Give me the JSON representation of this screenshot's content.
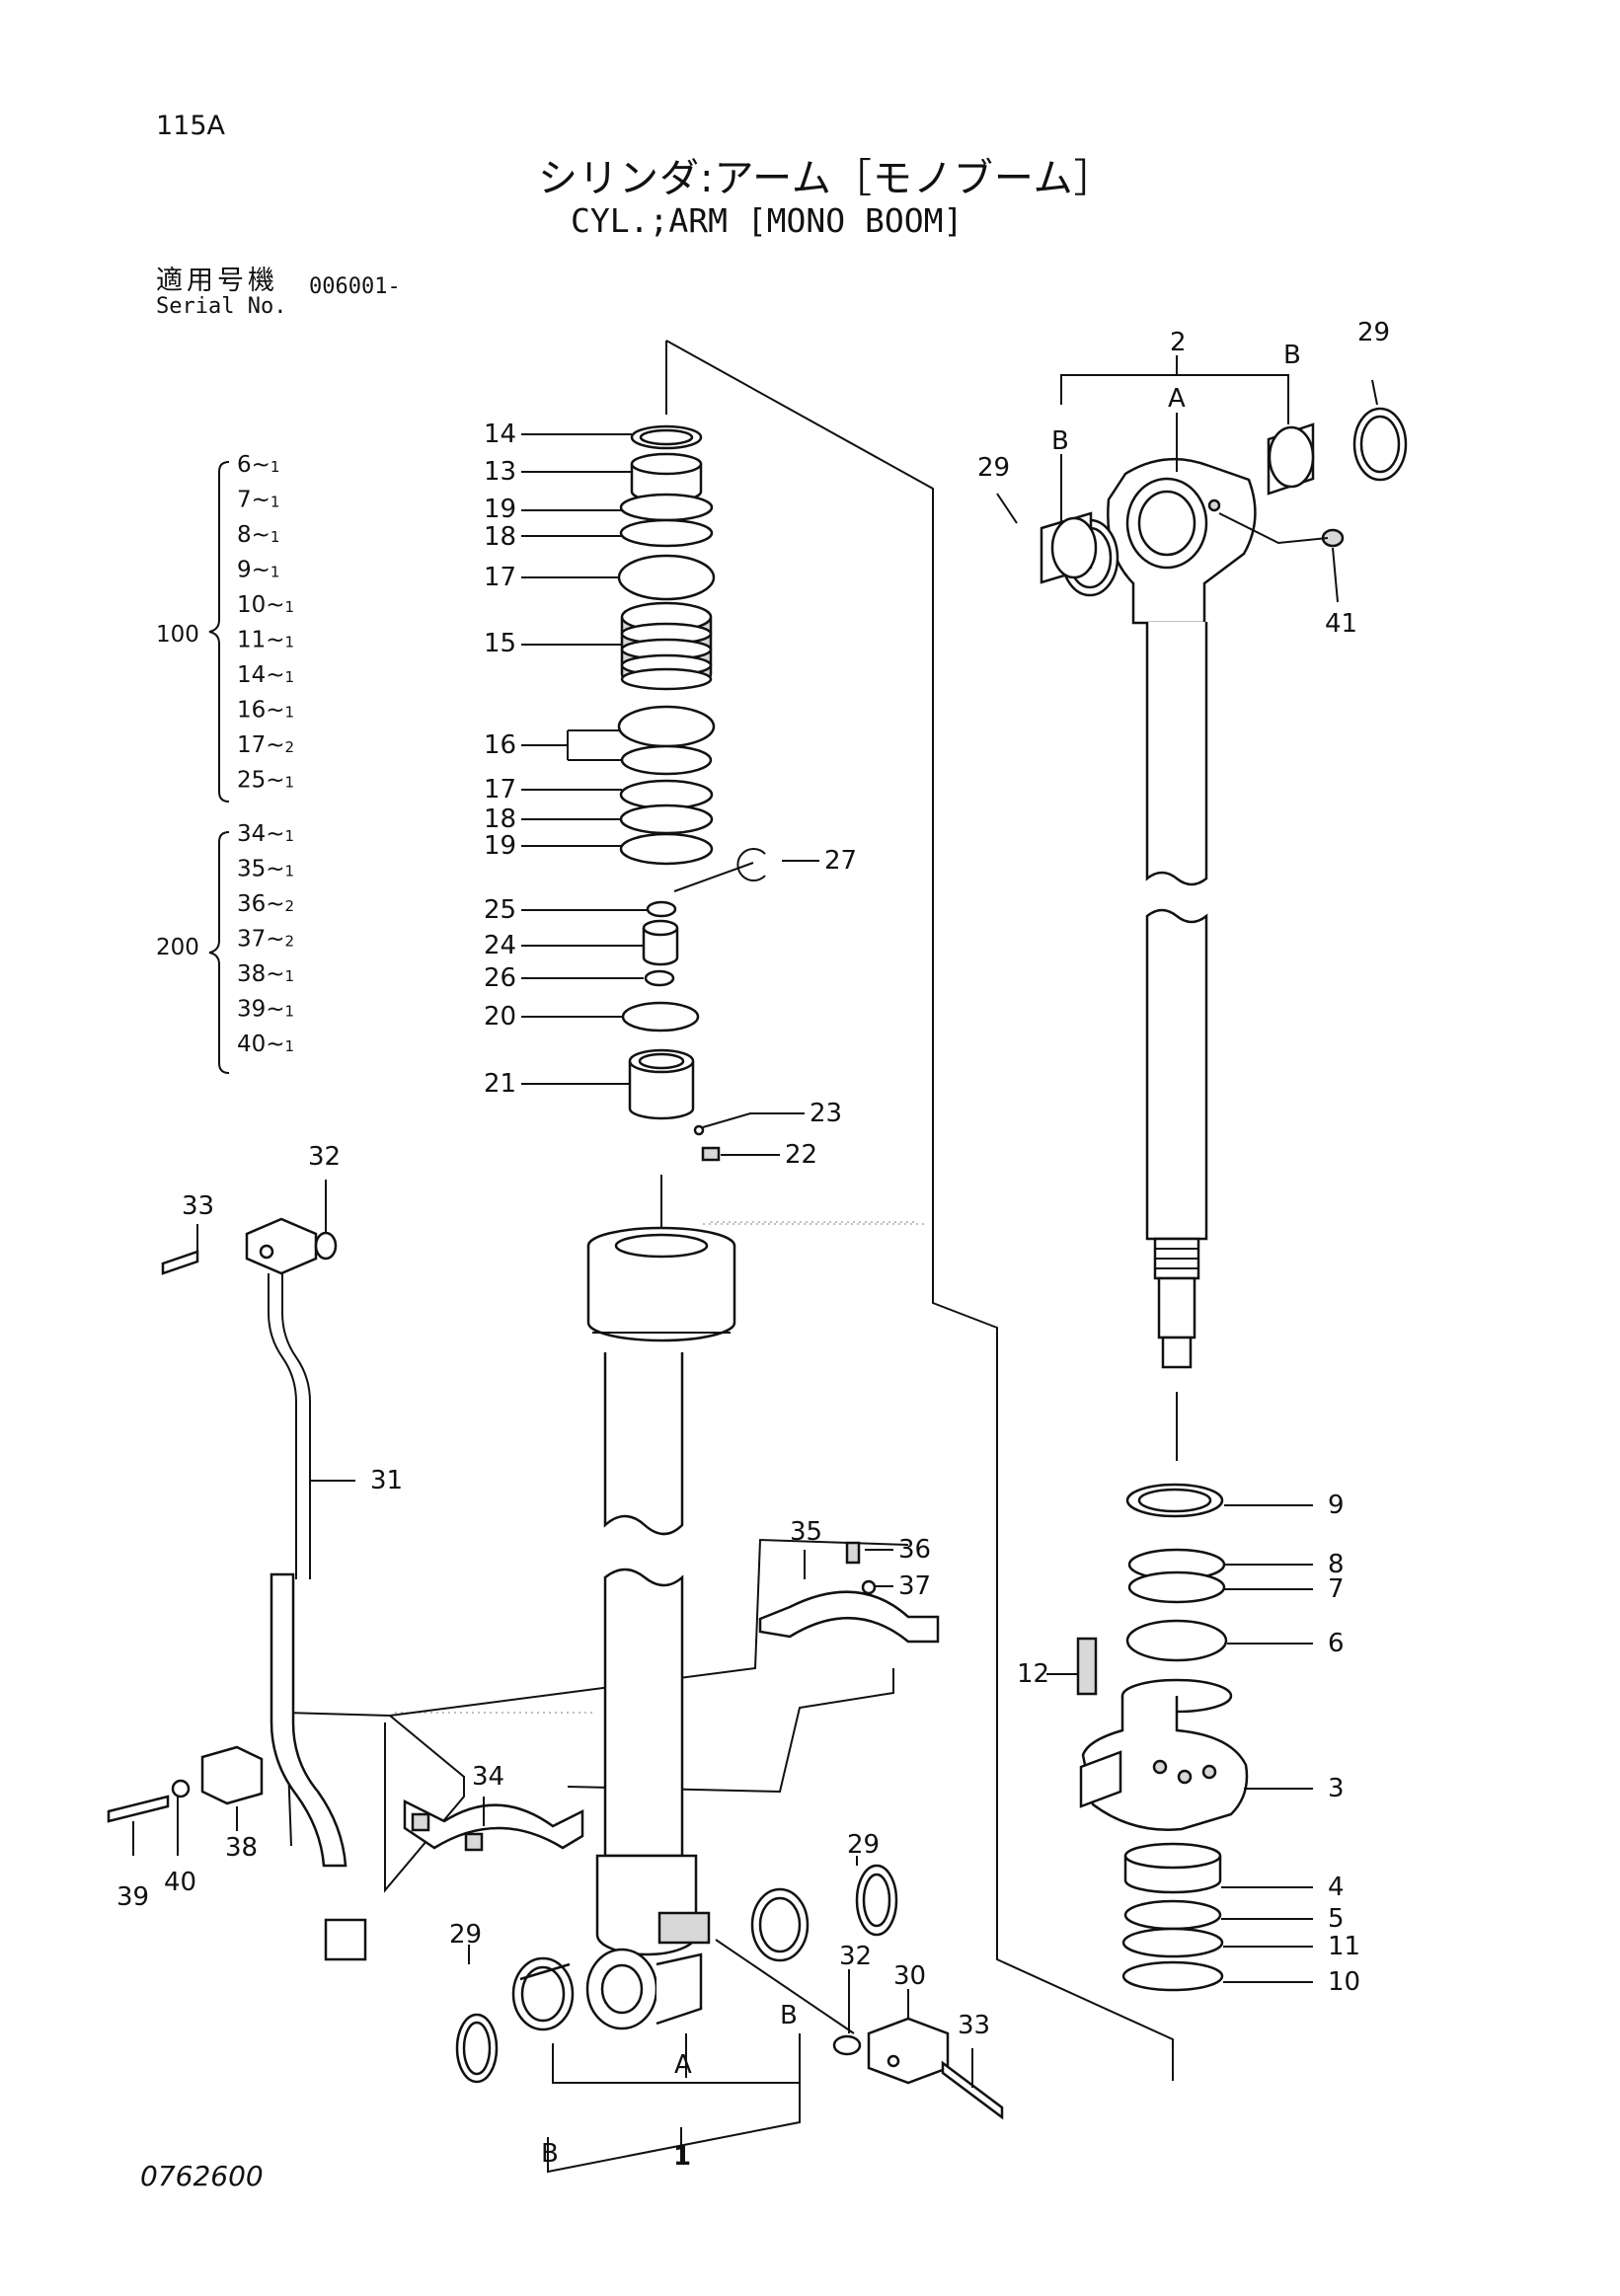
{
  "header": {
    "page_code": "115A",
    "title_jp": "シリンダ:アーム［モノブーム］",
    "title_en": "CYL.;ARM [MONO BOOM]",
    "serial_label_jp": "適用号機",
    "serial_label_en": "Serial No.",
    "serial_value": "006001-"
  },
  "footer": {
    "doc_number": "0762600"
  },
  "groups": [
    {
      "group": "100",
      "items": [
        {
          "part": "6",
          "qty": "1"
        },
        {
          "part": "7",
          "qty": "1"
        },
        {
          "part": "8",
          "qty": "1"
        },
        {
          "part": "9",
          "qty": "1"
        },
        {
          "part": "10",
          "qty": "1"
        },
        {
          "part": "11",
          "qty": "1"
        },
        {
          "part": "14",
          "qty": "1"
        },
        {
          "part": "16",
          "qty": "1"
        },
        {
          "part": "17",
          "qty": "2"
        },
        {
          "part": "25",
          "qty": "1"
        }
      ]
    },
    {
      "group": "200",
      "items": [
        {
          "part": "34",
          "qty": "1"
        },
        {
          "part": "35",
          "qty": "1"
        },
        {
          "part": "36",
          "qty": "2"
        },
        {
          "part": "37",
          "qty": "2"
        },
        {
          "part": "38",
          "qty": "1"
        },
        {
          "part": "39",
          "qty": "1"
        },
        {
          "part": "40",
          "qty": "1"
        }
      ]
    }
  ],
  "callouts": [
    "14",
    "13",
    "19",
    "18",
    "17",
    "15",
    "16",
    "17",
    "18",
    "19",
    "27",
    "25",
    "24",
    "26",
    "20",
    "21",
    "23",
    "22",
    "2",
    "A",
    "B",
    "B",
    "29",
    "29",
    "41",
    "9",
    "8",
    "7",
    "6",
    "12",
    "3",
    "4",
    "5",
    "11",
    "10",
    "32",
    "33",
    "31",
    "35",
    "36",
    "37",
    "34",
    "38",
    "39",
    "40",
    "29",
    "29",
    "32",
    "30",
    "33",
    "A",
    "B",
    "B",
    "1"
  ]
}
